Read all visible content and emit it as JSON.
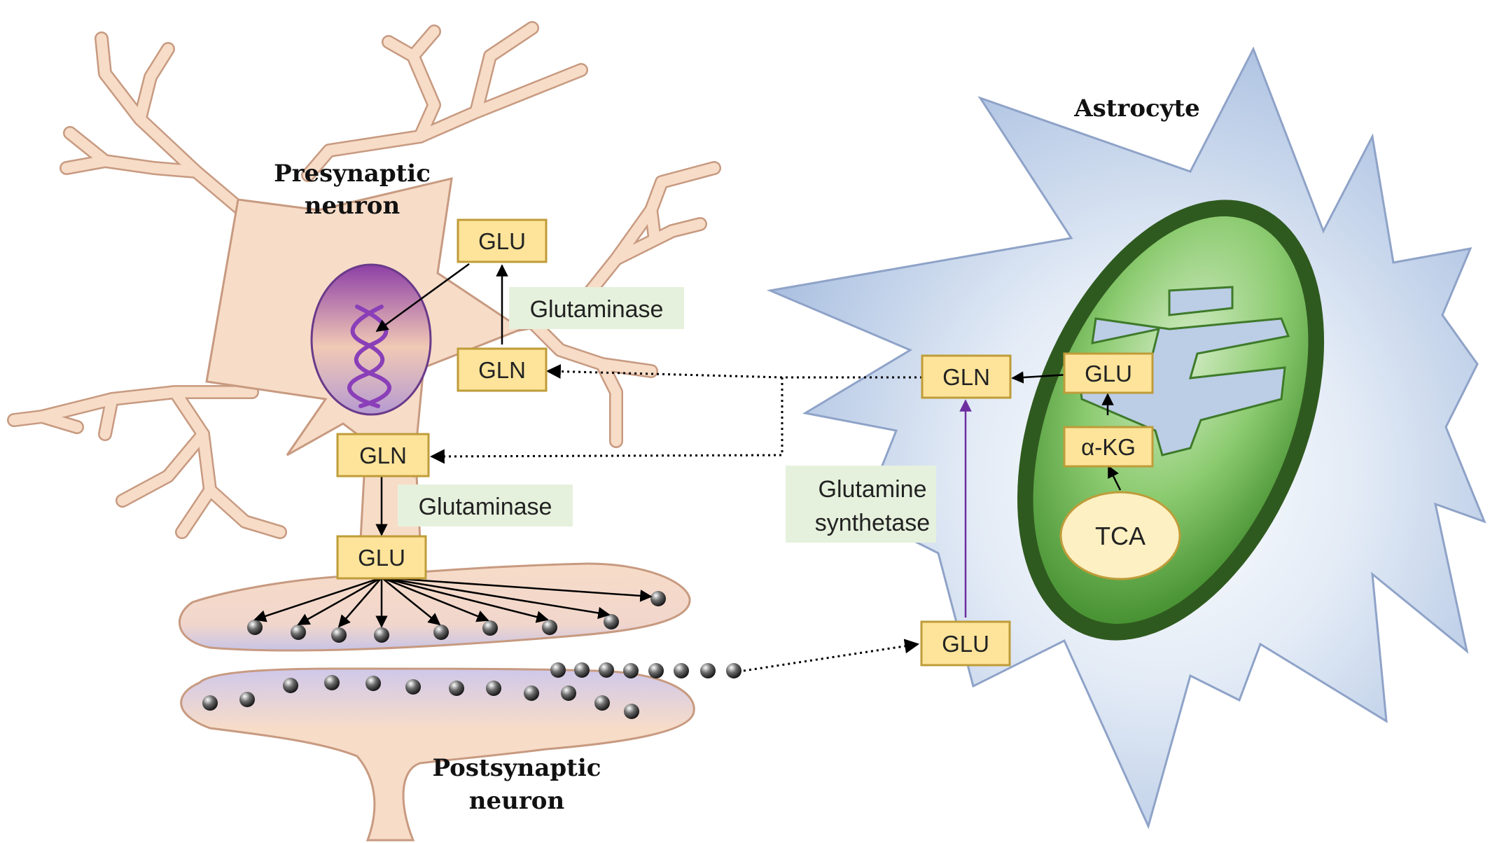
{
  "labels": {
    "presynaptic_line1": "Presynaptic",
    "presynaptic_line2": "neuron",
    "astrocyte": "Astrocyte",
    "postsynaptic_line1": "Postsynaptic",
    "postsynaptic_line2": "neuron"
  },
  "boxes": {
    "glu_top": "GLU",
    "gln_right": "GLN",
    "gln_bottom": "GLN",
    "glu_axon": "GLU",
    "gln_astro": "GLN",
    "glu_mito": "GLU",
    "akg": "α-KG",
    "glu_astro_bottom": "GLU"
  },
  "enzymes": {
    "glutaminase_top": "Glutaminase",
    "glutaminase_bottom": "Glutaminase",
    "gs_line1": "Glutamine",
    "gs_line2": "synthetase"
  },
  "tca": "TCA",
  "colors": {
    "neuron_fill": "#f7dcc8",
    "neuron_stroke": "#c79a80",
    "astro_fill": "#bccde6",
    "astro_stroke": "#8fa3c8",
    "mito_outer": "#2f5a1f",
    "mito_inner": "#7bbf63",
    "box_fill": "#fde49a",
    "box_stroke": "#bf9c39",
    "label_bg": "#e6f1dd",
    "tca_fill": "#fdf0c2",
    "arrow_purple": "#6d2ea0"
  }
}
